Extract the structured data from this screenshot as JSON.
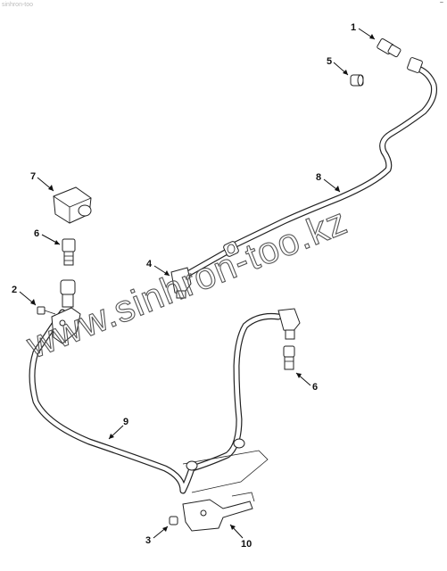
{
  "corner_text": {
    "left": "sinhron-too",
    "right": "~"
  },
  "watermark": "www.sinhron-too.kz",
  "callouts": [
    {
      "id": "1",
      "label": "1"
    },
    {
      "id": "5",
      "label": "5"
    },
    {
      "id": "7",
      "label": "7"
    },
    {
      "id": "8",
      "label": "8"
    },
    {
      "id": "6a",
      "label": "6"
    },
    {
      "id": "4",
      "label": "4"
    },
    {
      "id": "2",
      "label": "2"
    },
    {
      "id": "6b",
      "label": "6"
    },
    {
      "id": "9",
      "label": "9"
    },
    {
      "id": "3",
      "label": "3"
    },
    {
      "id": "10",
      "label": "10"
    }
  ]
}
